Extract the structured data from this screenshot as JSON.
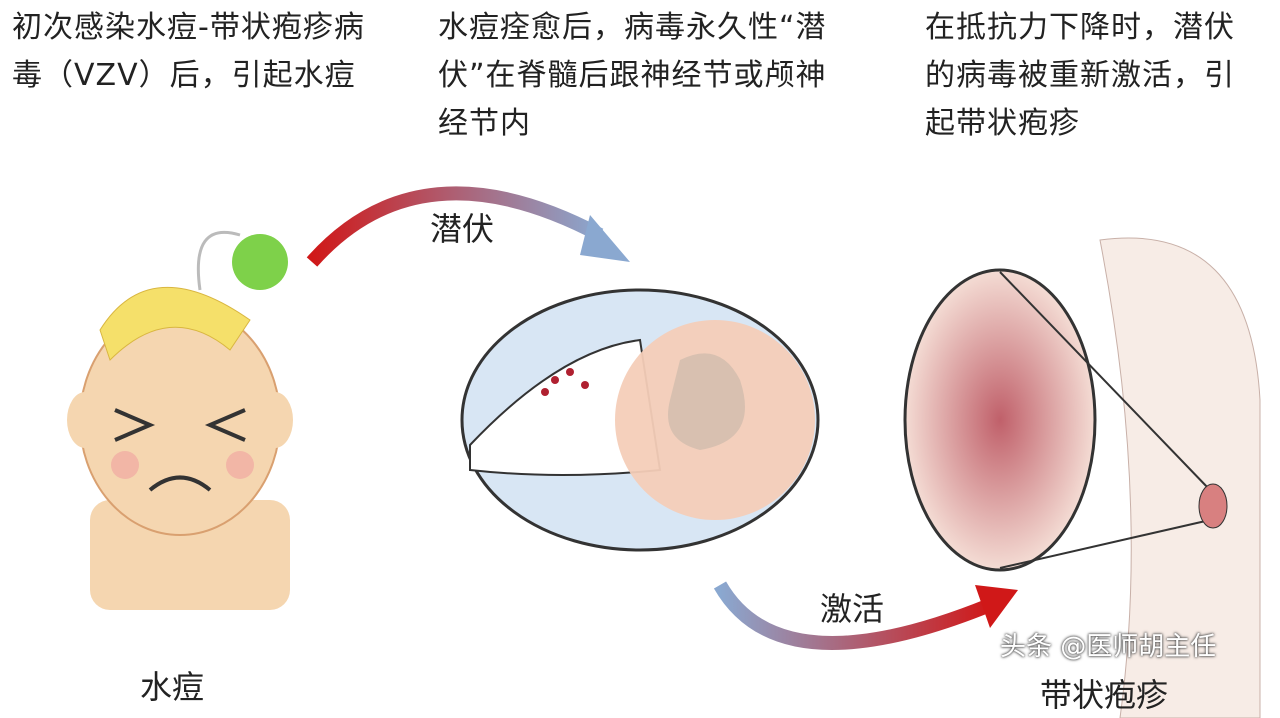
{
  "captions": [
    "初次感染水痘-带状疱疹病毒（VZV）后，引起水痘",
    "水痘痊愈后，病毒永久性“潜伏”在脊髓后跟神经节或颅神经节内",
    "在抵抗力下降时，潜伏的病毒被重新激活，引起带状疱疹"
  ],
  "labels": {
    "latent": "潜伏",
    "activation": "激活",
    "chickenpox": "水痘",
    "shingles": "带状疱疹"
  },
  "watermark": "头条 @医师胡主任",
  "colors": {
    "arrow_red": "#d01818",
    "arrow_blue": "#8aa8d0",
    "skin": "#f5d6b0",
    "rash": "#c0404a"
  }
}
